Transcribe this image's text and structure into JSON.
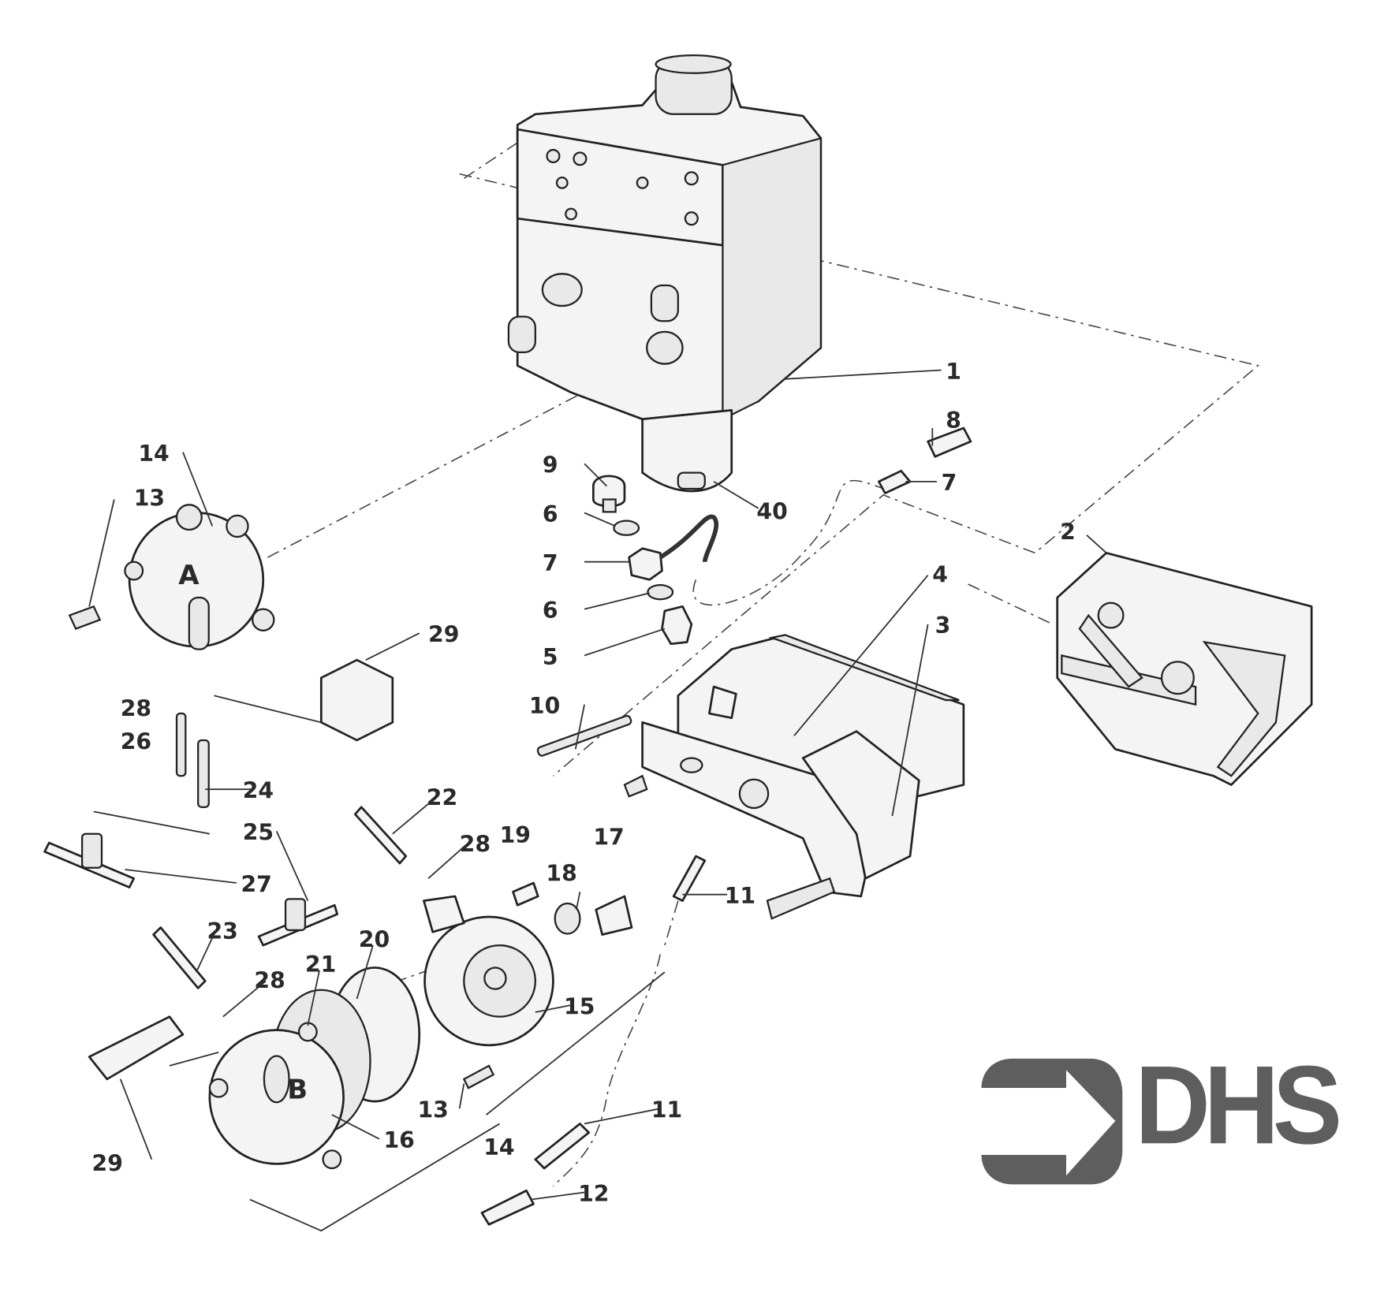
{
  "diagram": {
    "type": "exploded-parts-diagram",
    "callouts": [
      "1",
      "8",
      "7",
      "9",
      "6",
      "7",
      "6",
      "5",
      "40",
      "4",
      "3",
      "2",
      "14",
      "13",
      "A",
      "29",
      "28",
      "26",
      "24",
      "10",
      "22",
      "28",
      "19",
      "17",
      "25",
      "27",
      "18",
      "11",
      "23",
      "20",
      "21",
      "28",
      "15",
      "B",
      "16",
      "13",
      "14",
      "11",
      "12",
      "29"
    ],
    "logo_text": "DHS",
    "colors": {
      "ink": "#222222",
      "logo": "#5e5e5e",
      "paper": "#ffffff"
    }
  }
}
